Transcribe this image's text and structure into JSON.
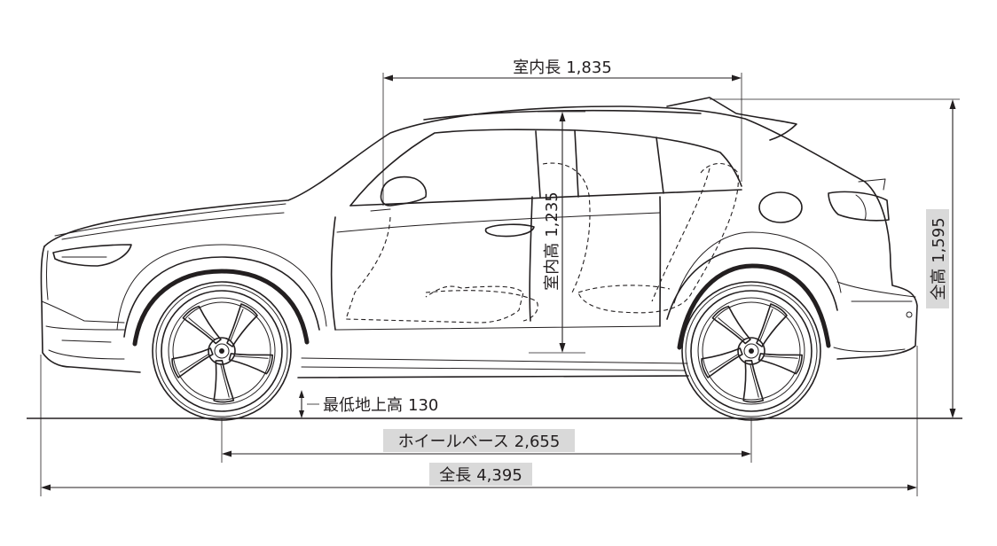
{
  "dimensions": {
    "interior_length": {
      "label": "室内長",
      "value": "1,835"
    },
    "interior_height": {
      "label": "室内高",
      "value": "1,235"
    },
    "overall_height": {
      "label": "全高",
      "value": "1,595"
    },
    "ground_clearance": {
      "label": "最低地上高",
      "value": "130"
    },
    "wheelbase": {
      "label": "ホイールベース",
      "value": "2,655"
    },
    "overall_length": {
      "label": "全長",
      "value": "4,395"
    }
  },
  "colors": {
    "line": "#231f20",
    "label_box": "#d9d9d9",
    "background": "#ffffff"
  }
}
